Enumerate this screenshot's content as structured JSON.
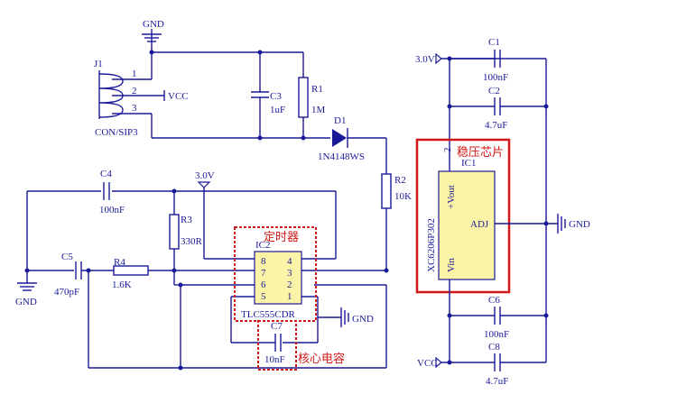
{
  "labels": {
    "gnd_top": "GND",
    "j1": "J1",
    "j1_pin1": "1",
    "j1_pin2": "2",
    "j1_pin3": "3",
    "vcc_j1": "VCC",
    "j1_part": "CON/SIP3",
    "c3": "C3",
    "c3_val": "1uF",
    "r1": "R1",
    "r1_val": "1M",
    "d1": "D1",
    "d1_part": "1N4148WS",
    "r2": "R2",
    "r2_val": "10K",
    "c4": "C4",
    "c4_val": "100nF",
    "v30_mid": "3.0V",
    "r3": "R3",
    "r3_val": "330R",
    "c5": "C5",
    "c5_val": "470pF",
    "gnd_left": "GND",
    "r4": "R4",
    "r4_val": "1.6K",
    "ic2": "IC2",
    "ic2_pins": [
      "8",
      "4",
      "7",
      "3",
      "6",
      "2",
      "5",
      "1"
    ],
    "ic2_part": "TLC555CDR",
    "timer_note": "定时器",
    "gnd_ic2": "GND",
    "c7": "C7",
    "c7_val": "10nF",
    "core_note": "核心电容",
    "v30_right": "3.0V",
    "c1": "C1",
    "c1_val": "100nF",
    "c2": "C2",
    "c2_val": "4.7uF",
    "reg_note": "稳压芯片",
    "ic1": "IC1",
    "ic1_pin2": "2",
    "ic1_vout": "+Vout",
    "ic1_part": "XC6206P302",
    "ic1_adj": "ADJ",
    "ic1_vin": "Vin",
    "gnd_right": "GND",
    "c6": "C6",
    "c6_val": "100nF",
    "vcc_bottom": "VCC",
    "c8": "C8",
    "c8_val": "4.7uF"
  },
  "colors": {
    "wire": "#1a1a99",
    "ic_fill": "#fbf3a6",
    "annotation": "#d01818"
  }
}
